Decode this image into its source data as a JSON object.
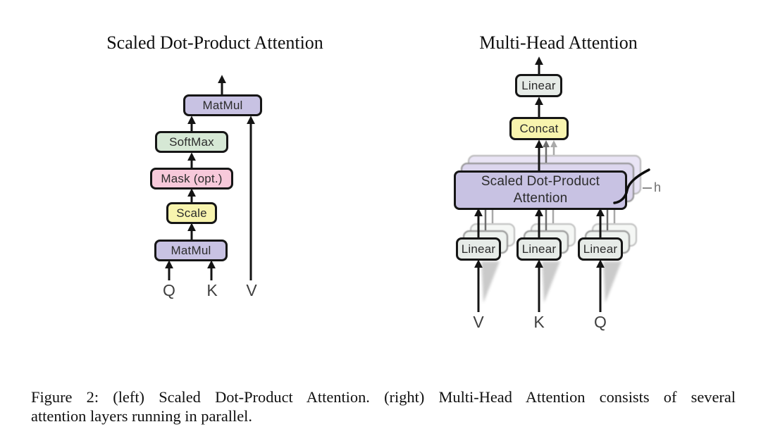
{
  "left_diagram": {
    "title": "Scaled Dot-Product Attention",
    "boxes": {
      "matmul_top": "MatMul",
      "softmax": "SoftMax",
      "mask": "Mask (opt.)",
      "scale": "Scale",
      "matmul_bottom": "MatMul"
    },
    "inputs": {
      "q": "Q",
      "k": "K",
      "v": "V"
    }
  },
  "right_diagram": {
    "title": "Multi-Head Attention",
    "boxes": {
      "linear_out": "Linear",
      "concat": "Concat",
      "sdpa_line1": "Scaled Dot-Product",
      "sdpa_line2": "Attention",
      "linear_v": "Linear",
      "linear_k": "Linear",
      "linear_q": "Linear"
    },
    "heads_label": "h",
    "inputs": {
      "v": "V",
      "k": "K",
      "q": "Q"
    }
  },
  "caption": {
    "line1": "Figure 2: (left) Scaled Dot-Product Attention. (right) Multi-Head Attention consists of several",
    "line2": "attention layers running in parallel."
  },
  "palette": {
    "box_purple": "#c8c2e3",
    "box_green": "#d6e8d5",
    "box_pink": "#f7c9da",
    "box_yellow": "#f8f4ae",
    "box_gray_green": "#e6ebe7",
    "box_border": "#161616",
    "shadow_border": "#8d8d8d",
    "arrow_black": "#141414",
    "arrow_gray": "#6f6f6f",
    "arrow_light_gray": "#a9a9a9",
    "input_label_gray": "#3f3f3f",
    "h_label_gray": "#6e6e6e",
    "caption_text": "#101010",
    "background": "#ffffff"
  }
}
